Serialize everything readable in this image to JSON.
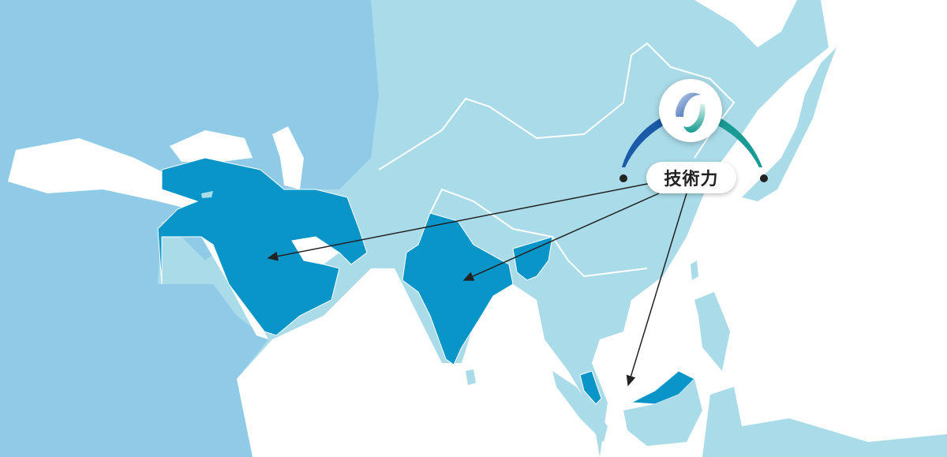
{
  "map": {
    "label": "技術力",
    "logo_icon": "technology-ring-logo",
    "colors": {
      "sea": "#ffffff",
      "asia_land": "#a9dbe8",
      "west_land": "#8fcbe7",
      "highlight": "#0a95c9",
      "border": "#ffffff",
      "arc_left": "#1a5aa8",
      "arc_right": "#1a9a95",
      "arrow": "#222222"
    },
    "highlighted_regions": [
      "middle-east",
      "india",
      "bangladesh-myanmar-ne",
      "malaysia"
    ],
    "arrow_targets": [
      "middle-east",
      "india",
      "malaysia"
    ]
  }
}
